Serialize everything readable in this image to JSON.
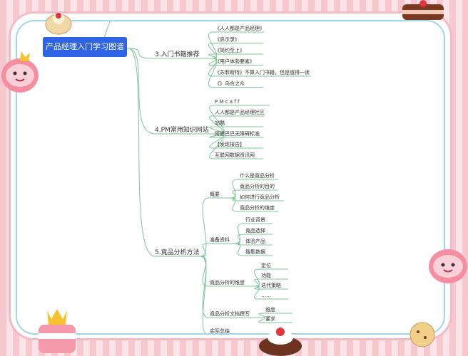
{
  "root": {
    "label": "产品经理入门学习图谱"
  },
  "branches": [
    {
      "label": "3.入门书籍推荐",
      "children": [
        "《人人都是产品经理》",
        "《启示录》",
        "《简约至上》",
        "《用户体验要素》",
        "《苏菲斯特》不算入门书籍，但是值得一读",
        "《》乌合之众"
      ]
    },
    {
      "label": "4.PM常用知识网站",
      "children": [
        "P M c a f f",
        "人人都是产品经理社区",
        "站酷",
        "阿里巴巴无障碍标准",
        "【发现报告】",
        "互联网数据资讯网"
      ]
    },
    {
      "label": "5.竟品分析方法",
      "groups": [
        {
          "label": "概要",
          "children": [
            "什么是竟品分析",
            "竟品分析的目的",
            "如何进行竟品分析",
            "竟品分析的维度"
          ]
        },
        {
          "label": "准备资料",
          "children": [
            "行业背景",
            "竟品选择",
            "体验产品",
            "搜集数据"
          ]
        },
        {
          "label": "竟品分析的维度",
          "children": [
            "定位",
            "功能",
            "迭代策略",
            "……"
          ]
        },
        {
          "label": "竟品分析文档撰写",
          "children": [
            "维度",
            "要求"
          ]
        },
        {
          "label": "实际总结",
          "children": []
        }
      ]
    }
  ],
  "colors": {
    "root_bg": "#2e63e6",
    "line": "#7cc79a",
    "stripe": "#f7c7cf"
  }
}
